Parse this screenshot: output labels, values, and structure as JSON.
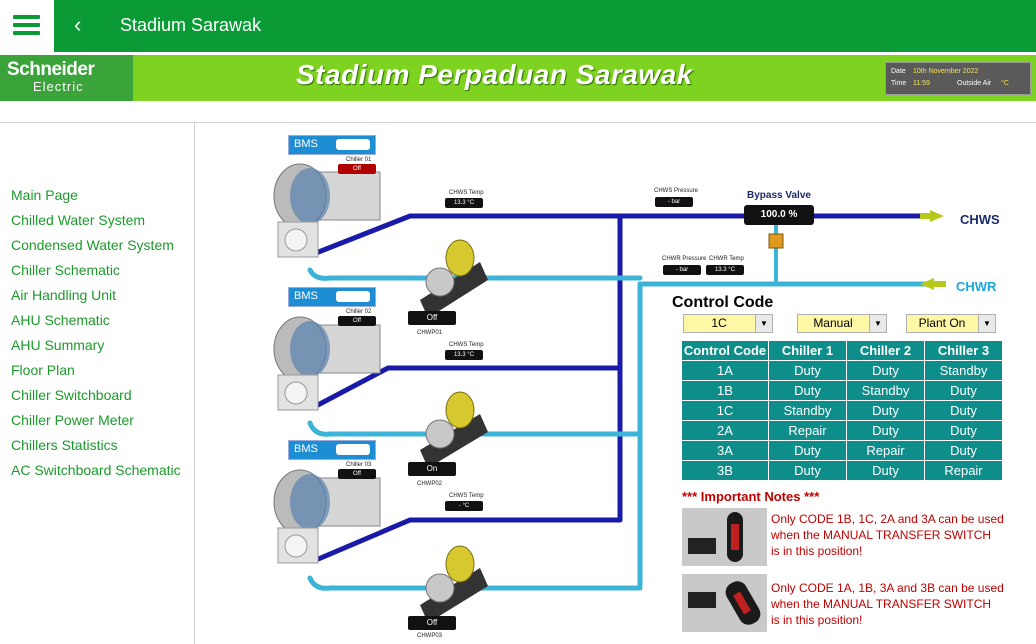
{
  "header": {
    "title": "Stadium Sarawak",
    "back_icon": "chevron-left-icon",
    "menu_icon": "hamburger-menu-icon"
  },
  "banner": {
    "logo_line1": "Schneider",
    "logo_line2": "Electric",
    "title": "Stadium Perpaduan Sarawak",
    "date_label": "Date",
    "date_value": "10th November 2022",
    "time_label": "Time",
    "time_value": "11:59",
    "outside_air_label": "Outside Air",
    "outside_air_unit": "°C"
  },
  "sidebar": {
    "items": [
      {
        "label": "Main Page"
      },
      {
        "label": "Chilled Water System"
      },
      {
        "label": "Condensed Water System"
      },
      {
        "label": "Chiller Schematic"
      },
      {
        "label": "Air Handling Unit"
      },
      {
        "label": "AHU Schematic"
      },
      {
        "label": "AHU Summary"
      },
      {
        "label": "Floor Plan"
      },
      {
        "label": "Chiller Switchboard"
      },
      {
        "label": "Chiller Power Meter"
      },
      {
        "label": "Chillers Statistics"
      },
      {
        "label": "AC Switchboard Schematic"
      }
    ]
  },
  "schematic": {
    "chillers": [
      {
        "bms": "BMS",
        "name": "Chiller 01",
        "status": "Off",
        "status_color": "#b00000",
        "chws_label": "CHWS Temp",
        "chws_value": "13.3 °C",
        "pump_status": "Off",
        "pump_name": "CHWP01"
      },
      {
        "bms": "BMS",
        "name": "Chiller 02",
        "status": "Off",
        "status_color": "#111111",
        "chws_label": "CHWS Temp",
        "chws_value": "13.3 °C",
        "pump_status": "On",
        "pump_name": "CHWP02"
      },
      {
        "bms": "BMS",
        "name": "Chiller 03",
        "status": "Off",
        "status_color": "#111111",
        "chws_label": "CHWS Temp",
        "chws_value": "- °C",
        "pump_status": "Off",
        "pump_name": "CHWP03"
      }
    ],
    "chws_pressure_label": "CHWS Pressure",
    "chws_pressure_value": "- bar",
    "chwr_pressure_label": "CHWR Pressure",
    "chwr_pressure_value": "- bar",
    "chwr_temp_label": "CHWR Temp",
    "chwr_temp_value": "13.3 °C",
    "bypass_label": "Bypass Valve",
    "bypass_value": "100.0 %",
    "chws_line_label": "CHWS",
    "chwr_line_label": "CHWR",
    "supply_color": "#1a1aa8",
    "return_color": "#3cb4d8"
  },
  "control": {
    "title": "Control Code",
    "code_select": "1C",
    "mode_select": "Manual",
    "plant_select": "Plant On",
    "headers": [
      "Control Code",
      "Chiller 1",
      "Chiller 2",
      "Chiller 3"
    ],
    "rows": [
      [
        "1A",
        "Duty",
        "Duty",
        "Standby"
      ],
      [
        "1B",
        "Duty",
        "Standby",
        "Duty"
      ],
      [
        "1C",
        "Standby",
        "Duty",
        "Duty"
      ],
      [
        "2A",
        "Repair",
        "Duty",
        "Duty"
      ],
      [
        "3A",
        "Duty",
        "Repair",
        "Duty"
      ],
      [
        "3B",
        "Duty",
        "Duty",
        "Repair"
      ]
    ]
  },
  "notes": {
    "title": "*** Important Notes ***",
    "note1": [
      "Only CODE 1B, 1C, 2A and 3A can be used",
      "when the MANUAL TRANSFER SWITCH",
      "is in this position!"
    ],
    "note2": [
      "Only CODE 1A, 1B, 3A and 3B can be used",
      "when the MANUAL TRANSFER SWITCH",
      "is in this position!"
    ]
  }
}
